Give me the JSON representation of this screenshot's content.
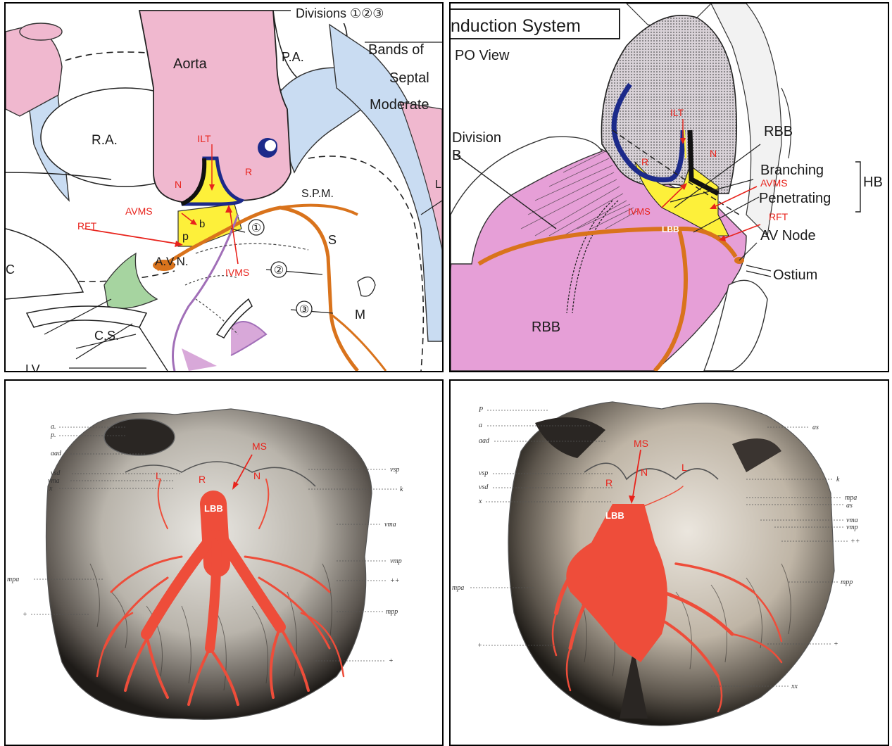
{
  "top_left": {
    "header_divisions": "Divisions ①②③",
    "bands_of": "Bands of",
    "septal": "Septal",
    "moderate": "Moderate",
    "aorta": "Aorta",
    "pa": "P.A.",
    "ra": "R.A.",
    "avn": "A.V.N.",
    "spm": "S.P.M.",
    "s": "S",
    "m": "M",
    "cs": "C.S.",
    "lv": "LV",
    "c": "C",
    "l": "L",
    "p": "p",
    "b": "b",
    "circ1": "①",
    "circ2": "②",
    "circ3": "③",
    "ilt": "ILT",
    "n": "N",
    "r": "R",
    "avms": "AVMS",
    "rft": "RFT",
    "ivms": "IVMS"
  },
  "top_right": {
    "title": "nduction System",
    "view": "PO View",
    "division": "Division",
    "b": "B",
    "rbb_top": "RBB",
    "branching": "Branching",
    "hb": "HB",
    "penetrating": "Penetrating",
    "av_node": "AV Node",
    "ostium": "Ostium",
    "rbb_bottom": "RBB",
    "ilt": "ILT",
    "r": "R",
    "n": "N",
    "avms": "AVMS",
    "ivms": "IVMS",
    "rft": "RFT",
    "lbb": "LBB"
  },
  "bottom_left": {
    "ms": "MS",
    "l": "L",
    "r": "R",
    "n": "N",
    "lbb": "LBB",
    "left_labels": [
      "a.",
      "p.",
      "aad",
      "vsd",
      "vma",
      "x",
      "mpa",
      "+"
    ],
    "right_labels": [
      "vsp",
      "k",
      "vma",
      "vmp",
      "++",
      "mpp",
      "+"
    ]
  },
  "bottom_right": {
    "ms": "MS",
    "r": "R",
    "n": "N",
    "l": "L",
    "lbb": "LBB",
    "left_labels": [
      "P",
      "a",
      "aad",
      "vsp",
      "vsd",
      "x",
      "mpa",
      "+"
    ],
    "right_labels": [
      "as",
      "k",
      "mpa",
      "as",
      "vma",
      "vmp",
      "++",
      "mpp",
      "+",
      "xx"
    ]
  },
  "colors": {
    "pink": "#f0b8cf",
    "light_blue": "#c9dcf2",
    "yellow": "#fdf03a",
    "navy": "#1c2a8a",
    "orange": "#d9731c",
    "red_label": "#e8231c",
    "green": "#a6d4a0"
  }
}
